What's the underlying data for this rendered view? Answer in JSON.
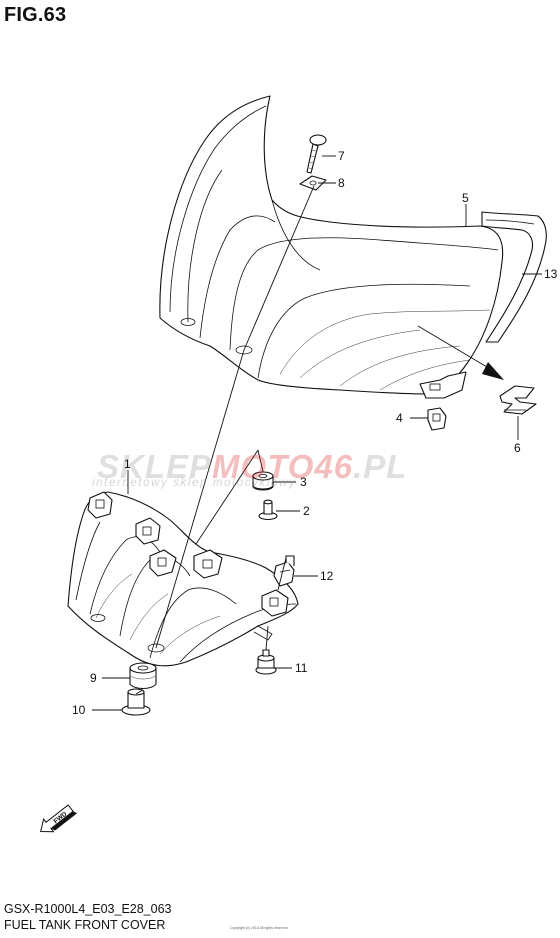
{
  "figure": {
    "title": "FIG.63"
  },
  "footer": {
    "code": "GSX-R1000L4_E03_E28_063",
    "name": "FUEL TANK FRONT COVER"
  },
  "watermark": {
    "main_a": "SKLEP",
    "main_b": "MOTO46",
    "main_c": ".PL",
    "sub": "internetowy sklep motocyklowy"
  },
  "copyright_note": "Copyright (c) 2014 All rights reserved",
  "direction_label": "FWD",
  "callouts": [
    {
      "id": "1",
      "label": "1"
    },
    {
      "id": "2",
      "label": "2"
    },
    {
      "id": "3",
      "label": "3"
    },
    {
      "id": "4",
      "label": "4"
    },
    {
      "id": "5",
      "label": "5"
    },
    {
      "id": "6",
      "label": "6"
    },
    {
      "id": "7",
      "label": "7"
    },
    {
      "id": "8",
      "label": "8"
    },
    {
      "id": "9",
      "label": "9"
    },
    {
      "id": "10",
      "label": "10"
    },
    {
      "id": "11",
      "label": "11"
    },
    {
      "id": "12",
      "label": "12"
    },
    {
      "id": "13",
      "label": "13"
    }
  ]
}
